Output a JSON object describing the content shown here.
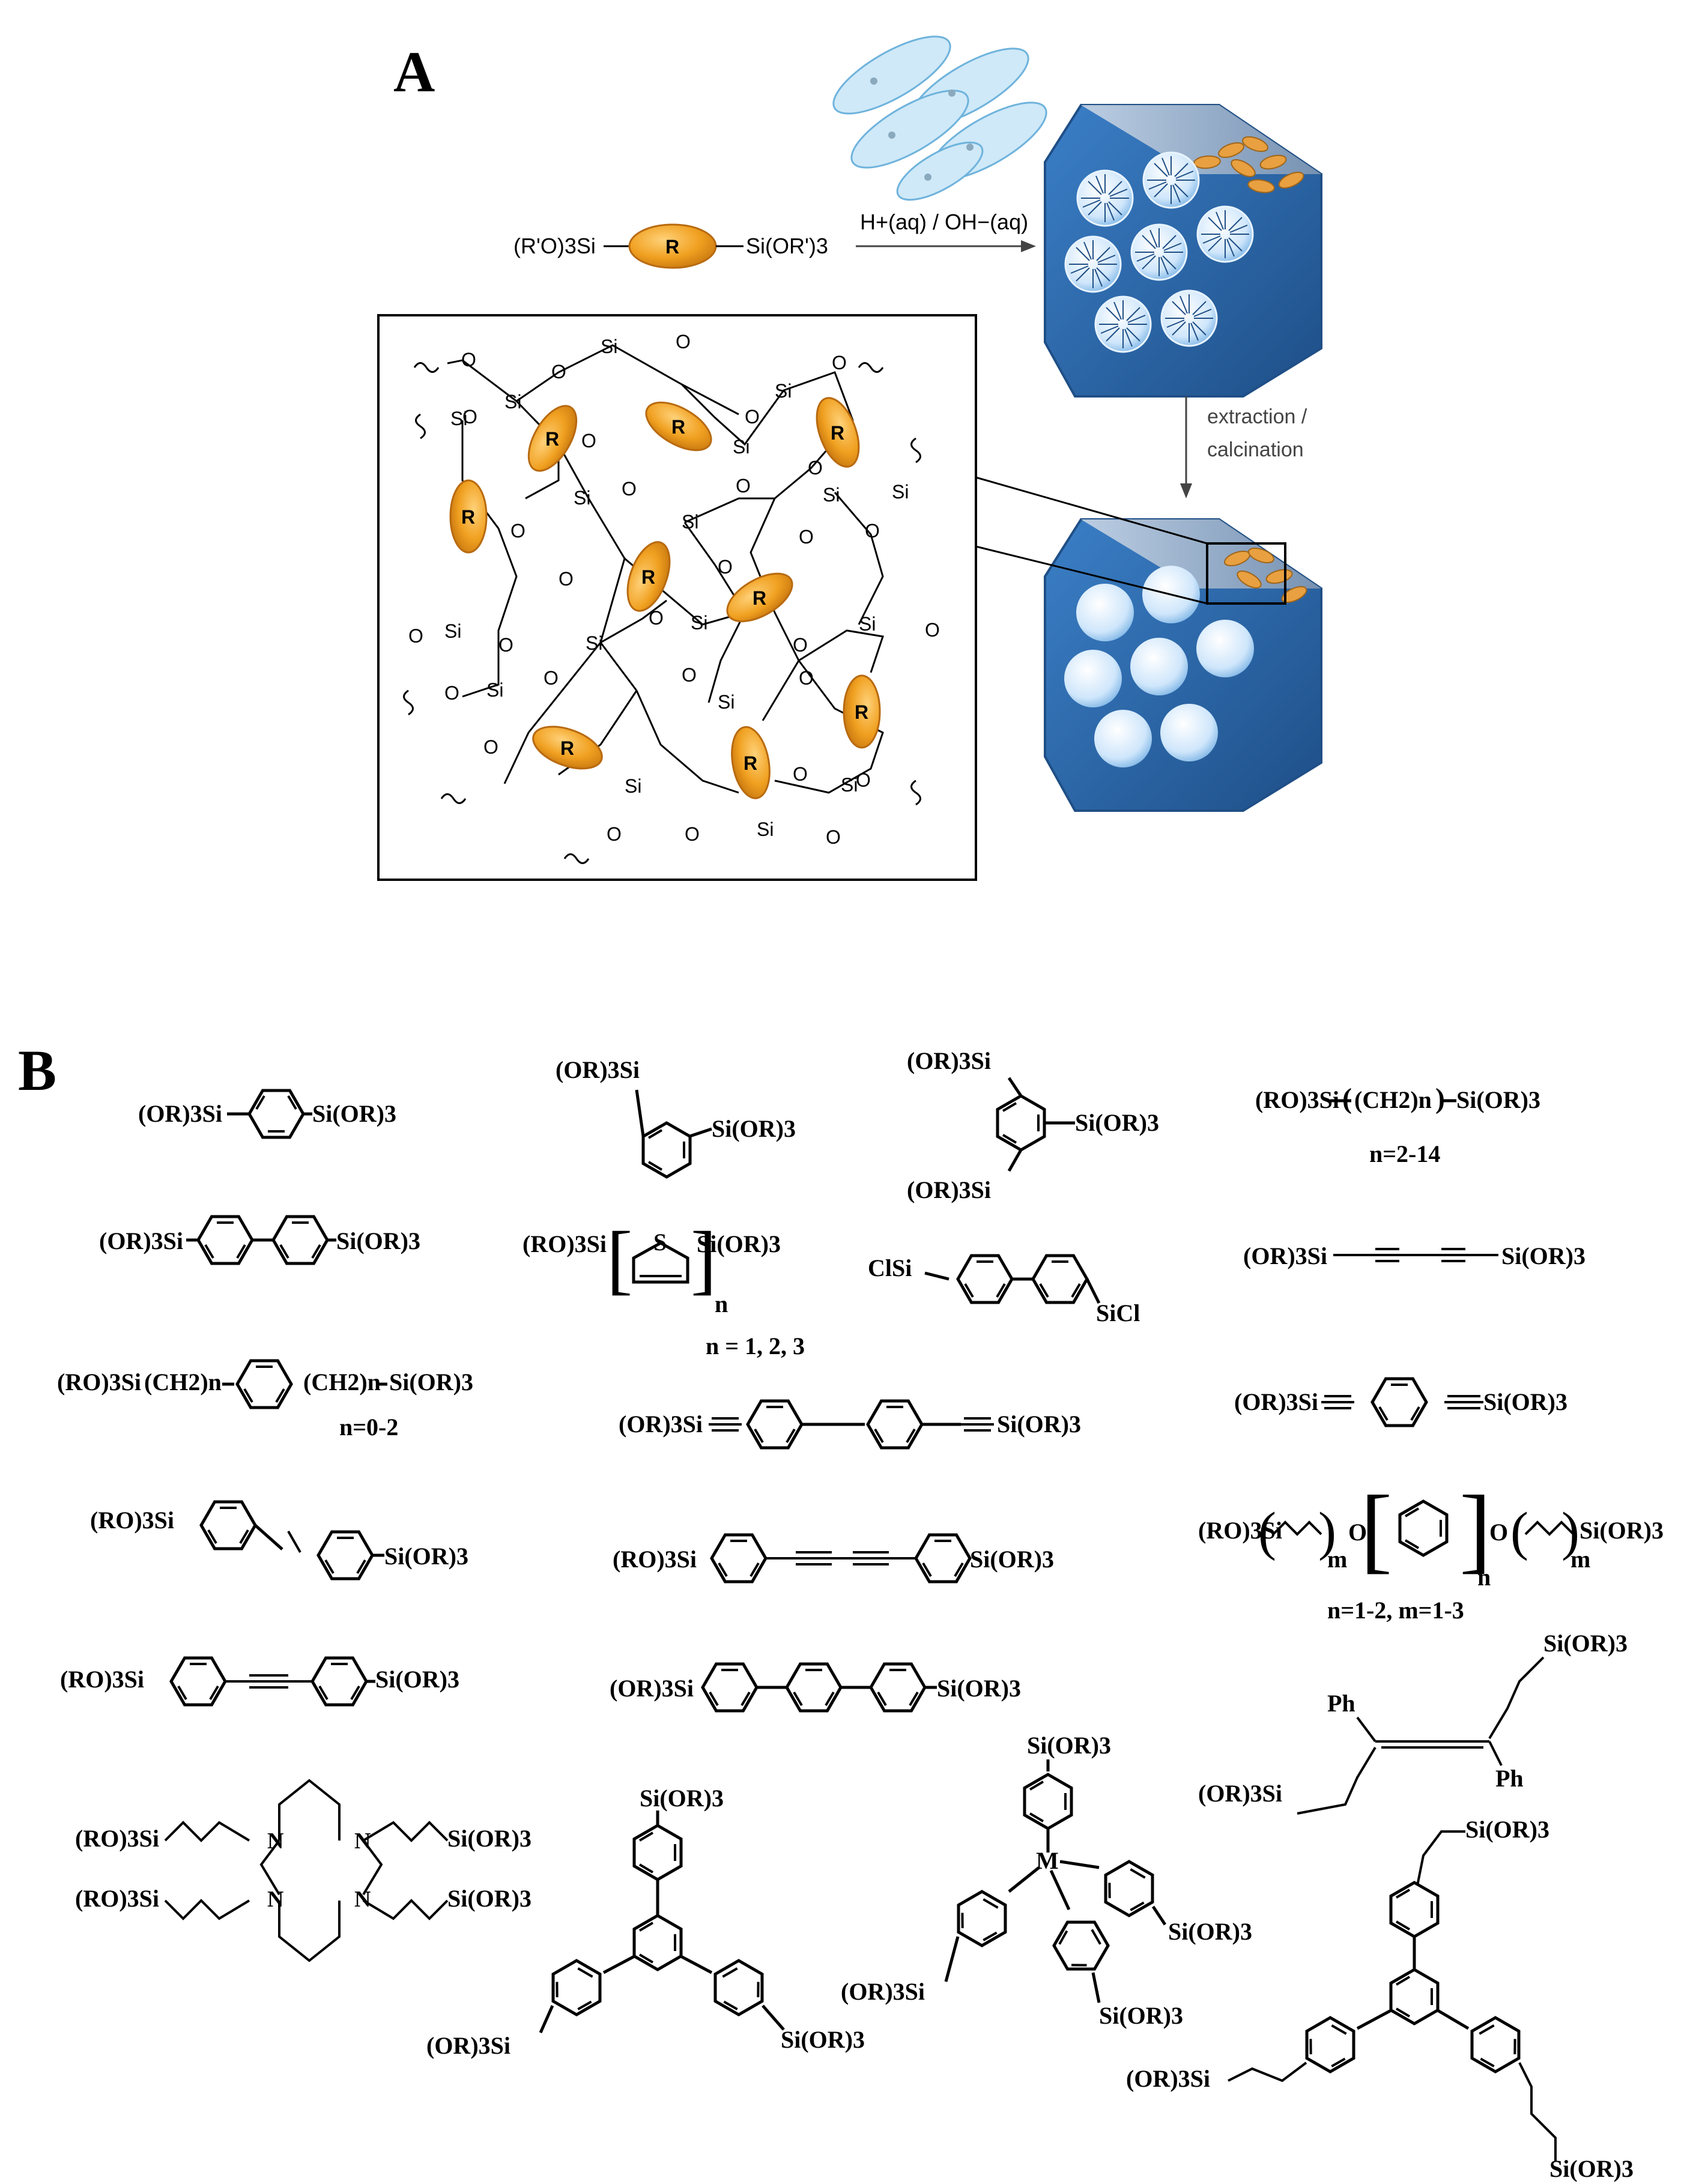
{
  "panels": {
    "a": "A",
    "b": "B"
  },
  "scheme": {
    "precursor_left": "(R'O)3Si",
    "precursor_core": "R",
    "precursor_right": "Si(OR')3",
    "reaction_arrow": "H+(aq) / OH−(aq)",
    "step_down": "extraction /",
    "step_down_2": "calcination"
  },
  "network": {
    "si": "Si",
    "o": "O",
    "r": "R"
  },
  "molecules": {
    "m1_left": "(OR)3Si",
    "m1_right": "Si(OR)3",
    "m2_top": "(OR)3Si",
    "m2_right": "Si(OR)3",
    "m3_top": "(OR)3Si",
    "m3_right": "Si(OR)3",
    "m3_bottom": "(OR)3Si",
    "m4_left": "(RO)3Si",
    "m4_mid": "(CH2)n",
    "m4_right": "Si(OR)3",
    "m4_note": "n=2-14",
    "m5_left": "(OR)3Si",
    "m5_right": "Si(OR)3",
    "m6_left": "(RO)3Si",
    "m6_s": "S",
    "m6_right": "Si(OR)3",
    "m6_n": "n",
    "m6_note": "n = 1, 2, 3",
    "m7_left": "ClSi",
    "m7_right": "SiCl",
    "m8_left": "(OR)3Si",
    "m8_right": "Si(OR)3",
    "m9_left": "(RO)3Si",
    "m9_ch_left": "(CH2)n",
    "m9_ch_right": "(CH2)n",
    "m9_right": "Si(OR)3",
    "m9_note": "n=0-2",
    "m10_left": "(OR)3Si",
    "m10_right": "Si(OR)3",
    "m11_left": "(OR)3Si",
    "m11_right": "Si(OR)3",
    "m12_left": "(RO)3Si",
    "m12_right": "Si(OR)3",
    "m13_left": "(RO)3Si",
    "m13_right": "Si(OR)3",
    "m14_left": "(RO)3Si",
    "m14_o1": "O",
    "m14_o2": "O",
    "m14_right": "Si(OR)3",
    "m14_m1": "m",
    "m14_n": "n",
    "m14_m2": "m",
    "m14_note": "n=1-2, m=1-3",
    "m15_left": "(RO)3Si",
    "m15_right": "Si(OR)3",
    "m16_left": "(OR)3Si",
    "m16_right": "Si(OR)3",
    "m17_top": "Si(OR)3",
    "m17_ph1": "Ph",
    "m17_ph2": "Ph",
    "m17_bottom": "(OR)3Si",
    "m18_tl": "(RO)3Si",
    "m18_tr": "Si(OR)3",
    "m18_bl": "(RO)3Si",
    "m18_br": "Si(OR)3",
    "m18_n": "N",
    "m19_top": "Si(OR)3",
    "m19_bl": "(OR)3Si",
    "m19_br": "Si(OR)3",
    "m20_top": "Si(OR)3",
    "m20_m": "M",
    "m20_left": "(OR)3Si",
    "m20_right": "Si(OR)3",
    "m20_bottom": "Si(OR)3",
    "m21_top": "Si(OR)3",
    "m21_left": "(OR)3Si",
    "m21_bottom": "Si(OR)3"
  },
  "colors": {
    "orange": "#f0a020",
    "orange_dark": "#b86a10",
    "silica_blue": "#2a6fb8",
    "silica_dark": "#1f4f86",
    "pore_light": "#dff0ff",
    "line": "#000000"
  }
}
